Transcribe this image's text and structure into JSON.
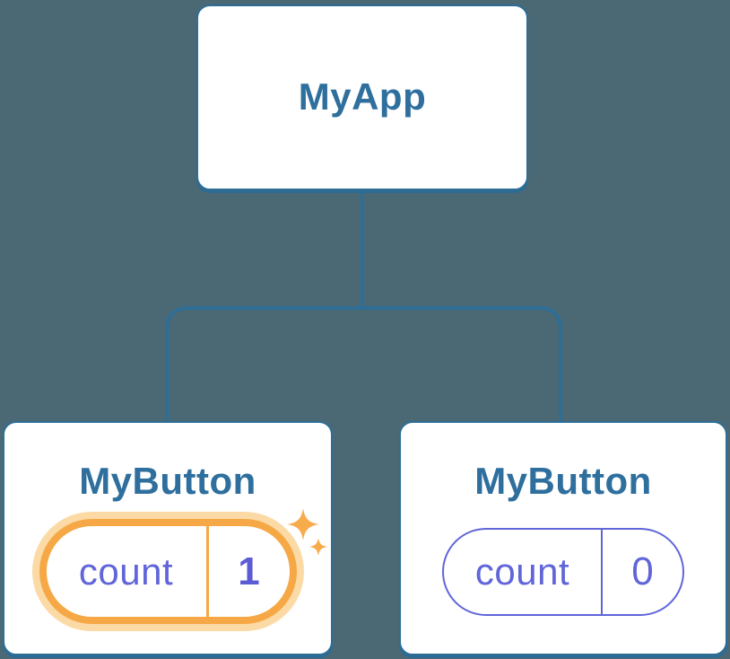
{
  "diagram": {
    "root": {
      "title": "MyApp"
    },
    "children": [
      {
        "title": "MyButton",
        "state": {
          "label": "count",
          "value": "1"
        },
        "highlighted": true,
        "sparkles": true
      },
      {
        "title": "MyButton",
        "state": {
          "label": "count",
          "value": "0"
        },
        "highlighted": false,
        "sparkles": false
      }
    ]
  },
  "icons": {
    "sparkle_large": "sparkle-large-icon",
    "sparkle_small": "sparkle-small-icon"
  },
  "colors": {
    "background": "#4B6974",
    "card_fill": "#FFFFFF",
    "card_border": "#2E6E96",
    "connector_line": "#2E6E96",
    "title_text": "#2E6F9E",
    "state_text": "#6065D9",
    "state_value_highlight": "#5B5BD6",
    "highlight_orange": "#F5A845",
    "highlight_glow": "#FBDAA6",
    "sparkle_orange": "#F7AB4B"
  }
}
